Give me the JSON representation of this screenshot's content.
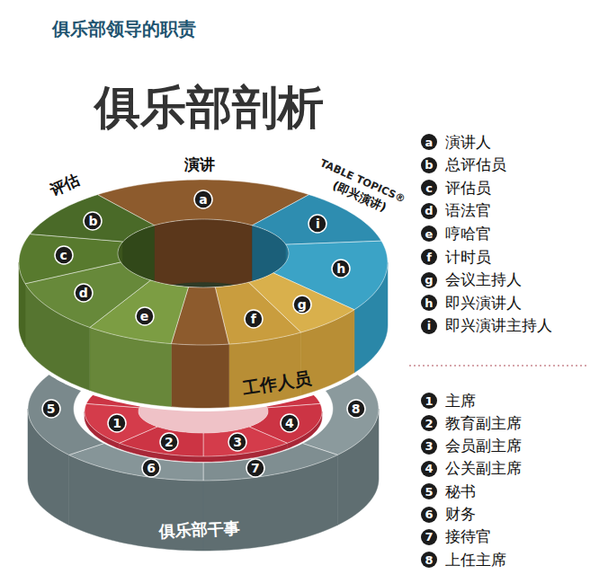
{
  "diagram": {
    "title": "俱乐部剖析",
    "nodes": [
      {
        "text": [
          "a"
        ]
      },
      {
        "text": [
          "b"
        ]
      },
      {
        "text": [
          "c"
        ]
      },
      {
        "text": [
          "d"
        ]
      },
      {
        "text": [
          "e"
        ]
      },
      {
        "text": [
          "f"
        ]
      },
      {
        "text": [
          "g"
        ]
      },
      {
        "text": [
          "h"
        ]
      },
      {
        "text": [
          "i"
        ]
      },
      {
        "text": [
          "1"
        ]
      },
      {
        "text": [
          "2"
        ]
      },
      {
        "text": [
          "3"
        ]
      },
      {
        "text": [
          "4"
        ]
      },
      {
        "text": [
          "5"
        ]
      },
      {
        "text": [
          "6"
        ]
      },
      {
        "text": [
          "7"
        ]
      },
      {
        "text": [
          "8"
        ]
      },
      {
        "text": [
          "a",
          "演讲人"
        ]
      },
      {
        "text": [
          "b",
          "总评估员"
        ]
      },
      {
        "text": [
          "c",
          "评估员"
        ]
      },
      {
        "text": [
          "d",
          "语法官"
        ]
      },
      {
        "text": [
          "e",
          "哼哈官"
        ]
      },
      {
        "text": [
          "f",
          "计时员"
        ]
      },
      {
        "text": [
          "g",
          "会议主持人"
        ]
      },
      {
        "text": [
          "h",
          "即兴演讲人"
        ]
      },
      {
        "text": [
          "i",
          "即兴演讲主持人"
        ]
      },
      {
        "text": [
          "1",
          "主席"
        ]
      },
      {
        "text": [
          "2",
          "教育副主席"
        ]
      },
      {
        "text": [
          "3",
          "会员副主席"
        ]
      },
      {
        "text": [
          "4",
          "公关副主席"
        ]
      },
      {
        "text": [
          "5",
          "秘书"
        ]
      },
      {
        "text": [
          "6",
          "财务"
        ]
      },
      {
        "text": [
          "7",
          "接待官"
        ]
      },
      {
        "text": [
          "8",
          "上任主席"
        ]
      }
    ],
    "labels": [
      "俱乐部领导的职责",
      "演讲",
      "评估",
      "TABLE TOPICS®",
      "(即兴演讲)",
      "工作人员",
      "俱乐部干事"
    ]
  }
}
